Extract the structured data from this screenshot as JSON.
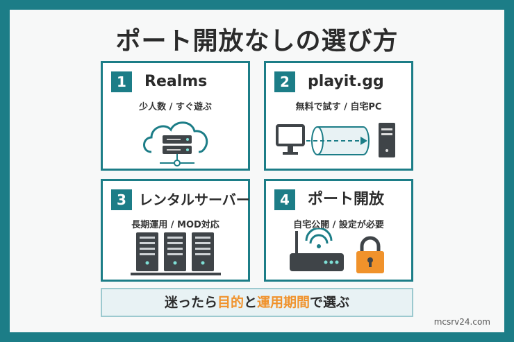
{
  "title": "ポート開放なしの選び方",
  "cards": [
    {
      "num": "1",
      "name": "Realms",
      "sub": "少人数 / すぐ遊ぶ",
      "icon": "cloud-server-icon"
    },
    {
      "num": "2",
      "name": "playit.gg",
      "sub": "無料で試す / 自宅PC",
      "icon": "tunnel-icon"
    },
    {
      "num": "3",
      "name": "レンタルサーバー",
      "sub": "長期運用 / MOD対応",
      "icon": "server-rack-icon"
    },
    {
      "num": "4",
      "name": "ポート開放",
      "sub": "自宅公開 / 設定が必要",
      "icon": "router-lock-icon"
    }
  ],
  "banner": {
    "part1": "迷ったら",
    "highlight1": "目的",
    "part2": "と",
    "highlight2": "運用期間",
    "part3": "で選ぶ"
  },
  "footer": "mcsrv24.com",
  "colors": {
    "accent": "#1c7d87",
    "highlight": "#f0922b",
    "banner_bg": "#e8f2f4"
  }
}
